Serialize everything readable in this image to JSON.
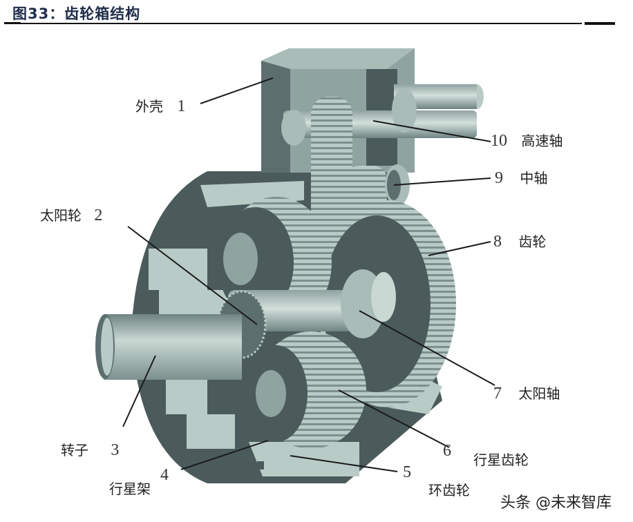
{
  "figure": {
    "title": "图33：齿轮箱结构",
    "colors": {
      "title": "#1f2d4a",
      "dark_face": "#4b5b5c",
      "mid_face": "#8fa3a1",
      "light_face": "#b9cbc6",
      "highlight": "#d3e0db",
      "leader_line": "#1a1a1a"
    }
  },
  "labels": [
    {
      "id": 1,
      "number": "1",
      "name": "外壳"
    },
    {
      "id": 2,
      "number": "2",
      "name": "太阳轮"
    },
    {
      "id": 3,
      "number": "3",
      "name": "转子"
    },
    {
      "id": 4,
      "number": "4",
      "name": "行星架"
    },
    {
      "id": 5,
      "number": "5",
      "name": "环齿轮"
    },
    {
      "id": 6,
      "number": "6",
      "name": "行星齿轮"
    },
    {
      "id": 7,
      "number": "7",
      "name": "太阳轴"
    },
    {
      "id": 8,
      "number": "8",
      "name": "齿轮"
    },
    {
      "id": 9,
      "number": "9",
      "name": "中轴"
    },
    {
      "id": 10,
      "number": "10",
      "name": "高速轴"
    }
  ],
  "watermark": "头条 @未来智库"
}
